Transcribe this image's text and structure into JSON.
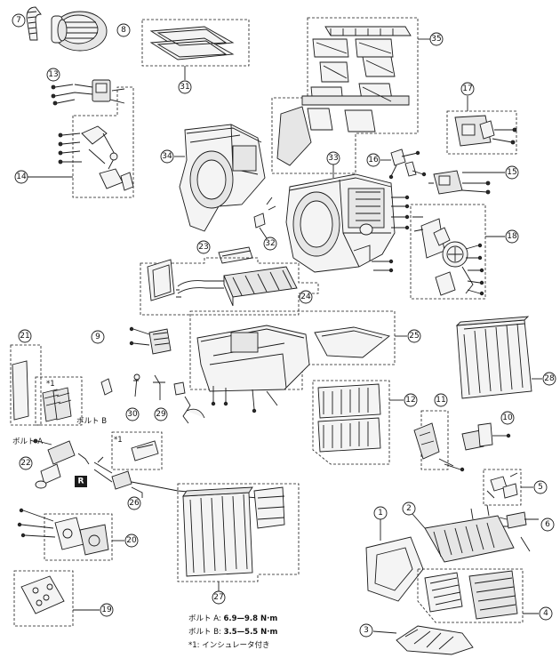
{
  "labels": {
    "bolt_a": "ボルト A",
    "bolt_b": "ボルト B",
    "insulator_mark": "*1",
    "r_tag": "R"
  },
  "legend": [
    {
      "name": "ボルト A: ",
      "value": "6.9—9.8 N·m"
    },
    {
      "name": "ボルト B: ",
      "value": "3.5—5.5 N·m"
    },
    {
      "name": "*1: インシュレータ付き",
      "value": ""
    }
  ],
  "callouts": [
    "1",
    "2",
    "3",
    "4",
    "5",
    "6",
    "7",
    "8",
    "9",
    "10",
    "11",
    "12",
    "13",
    "14",
    "15",
    "16",
    "17",
    "18",
    "19",
    "20",
    "21",
    "22",
    "23",
    "24",
    "25",
    "26",
    "27",
    "28",
    "29",
    "30",
    "31",
    "32",
    "33",
    "34",
    "35"
  ]
}
